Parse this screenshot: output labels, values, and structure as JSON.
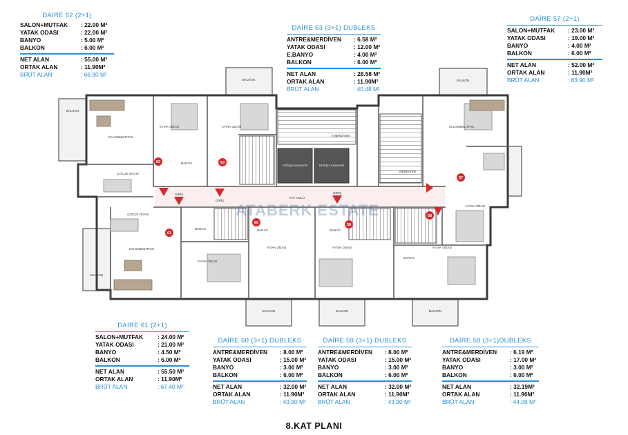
{
  "caption": "8.KAT PLANI",
  "watermark": "ATABERK ESTATE",
  "tables": [
    {
      "id": "d62",
      "title": "DAİRE 62  (2+1)",
      "rows": [
        [
          "SALON+MUTFAK",
          ": 22.00 M²"
        ],
        [
          "YATAK ODASI",
          ": 22.00 M²"
        ],
        [
          "BANYO",
          ": 5.00 M²"
        ],
        [
          "BALKON",
          ": 6.00 M²"
        ]
      ],
      "totals": [
        [
          "NET ALAN",
          ": 55.00 M²"
        ],
        [
          "ORTAK ALAN",
          ": 11.90M²"
        ]
      ],
      "brut": [
        "BRÜT ALAN",
        ": 66.90 M²"
      ]
    },
    {
      "id": "d63",
      "title": "DAİRE 63  (3+1) DUBLEKS",
      "rows": [
        [
          "ANTRE&MERDİVEN",
          ": 6.58 M²"
        ],
        [
          "YATAK ODASI",
          ": 12.00 M²"
        ],
        [
          "E.BANYO",
          ": 4.00 M²"
        ],
        [
          "BALKON",
          ": 6.00 M²"
        ]
      ],
      "totals": [
        [
          "NET ALAN",
          ": 28.58 M²"
        ],
        [
          "ORTAK ALAN",
          ": 11.90M²"
        ]
      ],
      "brut": [
        "BRÜT ALAN",
        ": 40.48 M²"
      ]
    },
    {
      "id": "d57",
      "title": "DAİRE 57  (2+1)",
      "rows": [
        [
          "SALON+MUTFAK",
          ": 23.00 M²"
        ],
        [
          "YATAK ODASI",
          ": 19.00 M²"
        ],
        [
          "BANYO",
          ": 4.00 M²"
        ],
        [
          "BALKON",
          ": 6.00 M²"
        ]
      ],
      "totals": [
        [
          "NET ALAN",
          ": 52.00 M²"
        ],
        [
          "ORTAK ALAN",
          ": 11.90M²"
        ]
      ],
      "brut": [
        "BRÜT ALAN",
        ": 63.90 M²"
      ]
    },
    {
      "id": "d61",
      "title": "DAİRE 61 (2+1)",
      "rows": [
        [
          "SALON+MUTFAK",
          ": 24.00 M²"
        ],
        [
          "YATAK ODASI",
          ": 21.00 M²"
        ],
        [
          "BANYO",
          ": 4.50 M²"
        ],
        [
          "BALKON",
          ": 6.00 M²"
        ]
      ],
      "totals": [
        [
          "NET ALAN",
          ": 55.50 M²"
        ],
        [
          "ORTAK ALAN",
          ": 11.90M²"
        ]
      ],
      "brut": [
        "BRÜT ALAN",
        ": 67.40 M²"
      ]
    },
    {
      "id": "d60",
      "title": "DAİRE 60 (3+1) DUBLEKS",
      "rows": [
        [
          "ANTRE&MERDİVEN",
          ": 8.00 M²"
        ],
        [
          "YATAK ODASI",
          ": 15.00 M²"
        ],
        [
          "BANYO",
          ": 3.00 M²"
        ],
        [
          "BALKON",
          ": 6.00 M²"
        ]
      ],
      "totals": [
        [
          "NET ALAN",
          ": 32.00 M²"
        ],
        [
          "ORTAK ALAN",
          ": 11.90M²"
        ]
      ],
      "brut": [
        "BRÜT ALAN",
        ": 43.90 M²"
      ]
    },
    {
      "id": "d59",
      "title": "DAİRE 59  (3+1) DUBLEKS",
      "rows": [
        [
          "ANTRE&MERDİVEN",
          ": 8.00 M²"
        ],
        [
          "YATAK ODASI",
          ": 15.00 M²"
        ],
        [
          "BANYO",
          ": 3.00 M²"
        ],
        [
          "BALKON",
          ": 6.00 M²"
        ]
      ],
      "totals": [
        [
          "NET ALAN",
          ": 32.00 M²"
        ],
        [
          "ORTAK ALAN",
          ": 11.90M²"
        ]
      ],
      "brut": [
        "BRÜT ALAN",
        ": 43.90 M²"
      ]
    },
    {
      "id": "d58",
      "title": "DAİRE 58  (3+1)DUBLEKS",
      "rows": [
        [
          "ANTRE&MERDİVEN",
          ": 6.19 M²"
        ],
        [
          "YATAK ODASI",
          ": 17.00 M²"
        ],
        [
          "BANYO",
          ": 3.00 M²"
        ],
        [
          "BALKON",
          ": 6.00 M²"
        ]
      ],
      "totals": [
        [
          "NET ALAN",
          ": 32.19M²"
        ],
        [
          "ORTAK ALAN",
          ": 11.90M²"
        ]
      ],
      "brut": [
        "BRÜT ALAN",
        ": 44.09 M²"
      ]
    }
  ],
  "plan_labels": {
    "balkon": "BALKON",
    "salon_mutfak": "SALON&MUTFAK",
    "yatak_odasi": "YATAK ODASI",
    "cocuk_odasi": "ÇOCUK ODASI",
    "banyo": "BANYO",
    "kat_holu": "KAT HOLÜ",
    "giris": "GİRİŞ",
    "merdiven": "MERDİVEN",
    "asansor": "DEĞİŞİZ ASANSÖR",
    "y_merdiven": "Y.MERDİVEN",
    "unit_numbers": [
      "62",
      "63",
      "57",
      "61",
      "60",
      "59",
      "58"
    ]
  }
}
